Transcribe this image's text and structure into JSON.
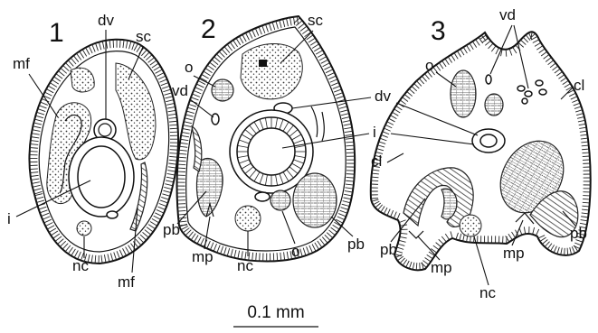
{
  "panels": [
    {
      "number": "1",
      "labels": {
        "dv": "dv",
        "sc": "sc",
        "mf": "mf",
        "i": "i",
        "nc": "nc",
        "mf2": "mf"
      }
    },
    {
      "number": "2",
      "labels": {
        "sc": "sc",
        "o": "o",
        "vd": "vd",
        "dv": "dv",
        "i": "i",
        "pb": "pb",
        "mp": "mp",
        "nc": "nc",
        "o2": "o",
        "pb2": "pb"
      }
    },
    {
      "number": "3",
      "labels": {
        "vd": "vd",
        "o": "o",
        "cl": "cl",
        "cl2": "cl",
        "pb": "pb",
        "mp": "mp",
        "nc": "nc",
        "mp2": "mp",
        "pb2": "pb"
      }
    }
  ],
  "scale_bar": {
    "label": "0.1 mm"
  }
}
